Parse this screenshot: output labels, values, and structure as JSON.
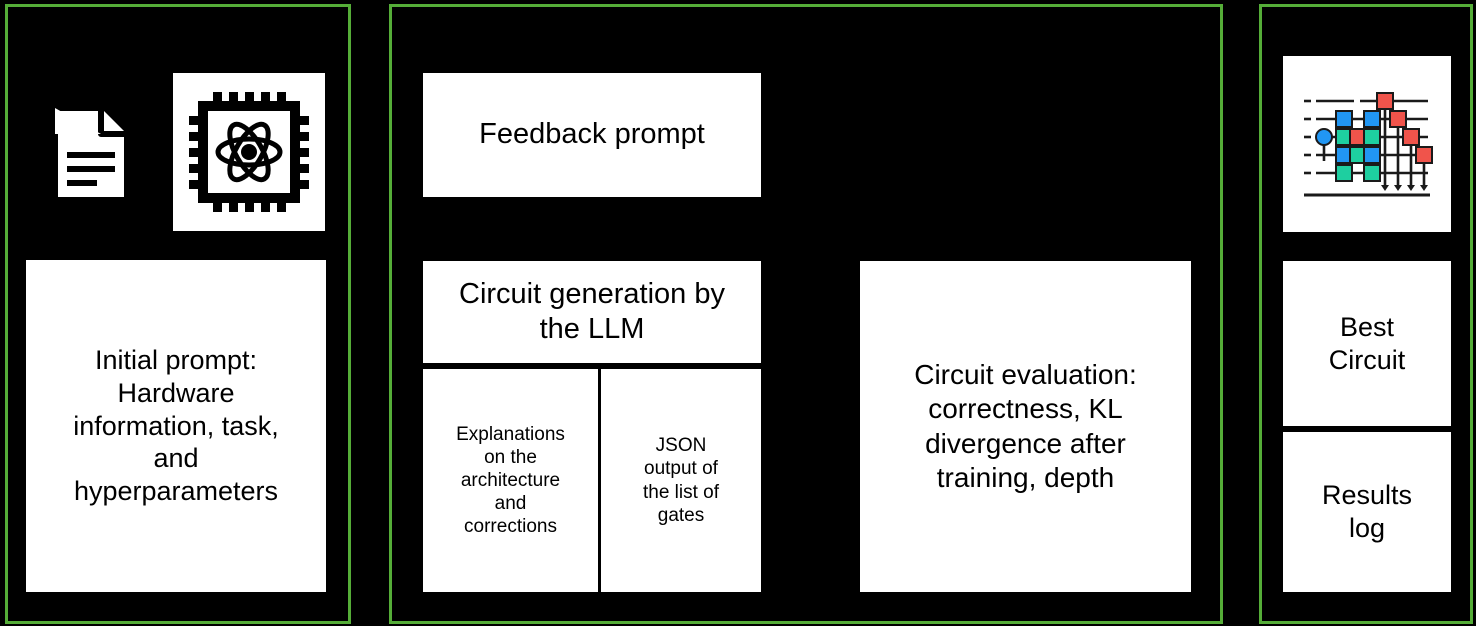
{
  "figure": {
    "background_color": "#000000",
    "panel_border_color": "#55ad38",
    "card_background_color": "#ffffff",
    "text_color": "#000000"
  },
  "panels": {
    "input": {
      "name": "input-panel",
      "icons": [
        {
          "name": "document-icon",
          "label": "document"
        },
        {
          "name": "quantum-chip-icon",
          "label": "quantum processor chip"
        }
      ],
      "cards": [
        {
          "name": "initial-prompt-card",
          "text": "Initial prompt:\nHardware\ninformation, task,\nand\nhyperparameters"
        }
      ]
    },
    "loop": {
      "name": "loop-panel",
      "cards": [
        {
          "name": "feedback-prompt-card",
          "text": "Feedback prompt"
        },
        {
          "name": "circuit-generation-card",
          "text": "Circuit generation by\nthe LLM"
        },
        {
          "name": "explanations-card",
          "text": "Explanations\non the\narchitecture\nand\ncorrections"
        },
        {
          "name": "json-output-card",
          "text": "JSON\noutput of\nthe list of\ngates"
        },
        {
          "name": "circuit-evaluation-card",
          "text": "Circuit evaluation:\ncorrectness, KL\ndivergence after\ntraining, depth"
        }
      ]
    },
    "output": {
      "name": "output-panel",
      "icons": [
        {
          "name": "quantum-circuit-diagram-icon",
          "label": "quantum circuit diagram"
        }
      ],
      "cards": [
        {
          "name": "best-circuit-card",
          "text": "Best\nCircuit"
        },
        {
          "name": "results-log-card",
          "text": "Results\nlog"
        }
      ]
    }
  },
  "circuit_icon": {
    "gate_colors": {
      "blue": "#2196f3",
      "teal": "#1ecfa0",
      "red": "#f0544b"
    },
    "wire_color": "#1a1a1a",
    "num_wires": 5,
    "gates": [
      {
        "wire": 0,
        "col": 5,
        "color": "red",
        "shape": "square"
      },
      {
        "wire": 1,
        "col": 1,
        "color": "blue",
        "shape": "square"
      },
      {
        "wire": 1,
        "col": 3,
        "color": "blue",
        "shape": "square"
      },
      {
        "wire": 1,
        "col": 6,
        "color": "red",
        "shape": "square"
      },
      {
        "wire": 2,
        "col": 0,
        "color": "blue",
        "shape": "circle"
      },
      {
        "wire": 2,
        "col": 1,
        "color": "teal",
        "shape": "square"
      },
      {
        "wire": 2,
        "col": 2,
        "color": "red",
        "shape": "square"
      },
      {
        "wire": 2,
        "col": 3,
        "color": "teal",
        "shape": "square"
      },
      {
        "wire": 2,
        "col": 7,
        "color": "red",
        "shape": "square"
      },
      {
        "wire": 3,
        "col": 1,
        "color": "blue",
        "shape": "square"
      },
      {
        "wire": 3,
        "col": 2,
        "color": "teal",
        "shape": "square"
      },
      {
        "wire": 3,
        "col": 3,
        "color": "blue",
        "shape": "square"
      },
      {
        "wire": 3,
        "col": 8,
        "color": "red",
        "shape": "square"
      },
      {
        "wire": 4,
        "col": 1,
        "color": "teal",
        "shape": "square"
      },
      {
        "wire": 4,
        "col": 3,
        "color": "teal",
        "shape": "square"
      }
    ],
    "measurement_arrows": 4
  }
}
